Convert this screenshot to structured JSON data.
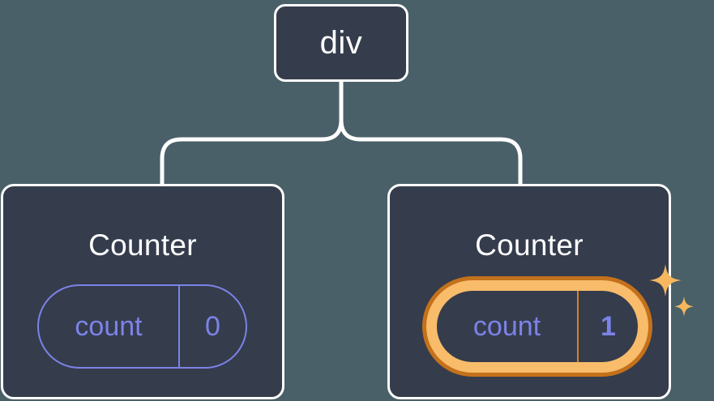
{
  "diagram": {
    "type": "component-tree",
    "root": {
      "label": "div"
    },
    "nodes": [
      {
        "title": "Counter",
        "state_key": "count",
        "state_value": "0",
        "highlighted": false,
        "sparkle": false
      },
      {
        "title": "Counter",
        "state_key": "count",
        "state_value": "1",
        "highlighted": true,
        "sparkle": true
      }
    ],
    "colors": {
      "background": "#4a6068",
      "card_fill": "#353c4c",
      "card_border": "#fdfdfd",
      "connector": "#ffffff",
      "state_accent": "#7c83e8",
      "highlight_outer": "#c4711b",
      "highlight_inner": "#f8bc6b",
      "sparkle": "#f6b75e",
      "title_text": "#ffffff"
    },
    "icons": {
      "sparkle_large": "sparkle-icon",
      "sparkle_small": "sparkle-small-icon"
    }
  }
}
